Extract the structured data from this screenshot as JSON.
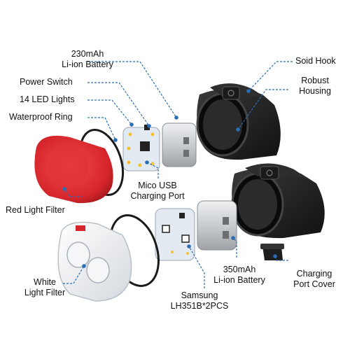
{
  "labels": {
    "battery_230": [
      "230mAh",
      "Li-ion Battery"
    ],
    "power_switch": "Power Switch",
    "led_lights": "14 LED Lights",
    "waterproof_ring": "Waterproof Ring",
    "red_filter": "Red Light Filter",
    "usb_port": [
      "Mico USB",
      "Charging Port"
    ],
    "white_filter": [
      "White",
      "Light Filter"
    ],
    "samsung": [
      "Samsung",
      "LH351B*2PCS"
    ],
    "battery_350": [
      "350mAh",
      "Li-ion Battery"
    ],
    "charging_cover": [
      "Charging",
      "Port Cover"
    ],
    "hook": "Soid Hook",
    "housing": [
      "Robust",
      "Housing"
    ]
  },
  "colors": {
    "leader": "#2a6fb5",
    "red_filter": "#d6262b",
    "housing": "#1c1c1c",
    "pcb": "#dfe6ee",
    "battery": "#cfd2d6"
  }
}
